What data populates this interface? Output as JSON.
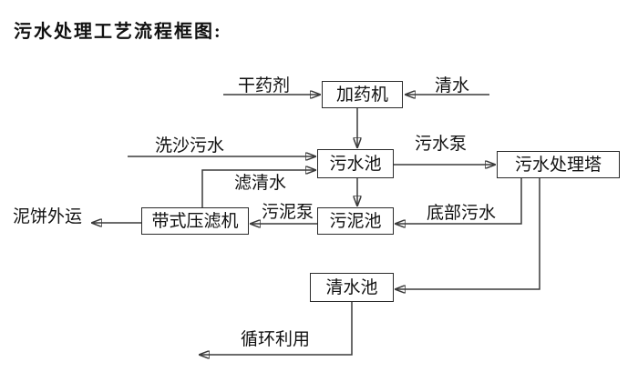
{
  "title": "污水处理工艺流程框图:",
  "diagram": {
    "type": "flowchart",
    "ink_color": "#2a2a2a",
    "background_color": "#ffffff",
    "nodes": {
      "dosing_machine": "加药机",
      "sewage_pool": "污水池",
      "treatment_tower": "污水处理塔",
      "belt_filter_press": "带式压滤机",
      "sludge_pool": "污泥池",
      "clean_water_pool": "清水池"
    },
    "labels": {
      "dry_agent": "干药剂",
      "clean_water": "清水",
      "sand_washing_sewage": "洗沙污水",
      "sewage_pump": "污水泵",
      "filtered_water": "滤清水",
      "mud_cake_out": "泥饼外运",
      "sludge_pump": "污泥泵",
      "bottom_sewage": "底部污水",
      "recycle_use": "循环利用"
    },
    "flows": [
      {
        "from": "干药剂",
        "to": "加药机"
      },
      {
        "from": "清水",
        "to": "加药机"
      },
      {
        "from": "加药机",
        "to": "污水池"
      },
      {
        "from": "洗沙污水",
        "to": "污水池"
      },
      {
        "from": "带式压滤机",
        "to": "污水池",
        "label": "滤清水"
      },
      {
        "from": "污水池",
        "to": "污水处理塔",
        "label": "污水泵"
      },
      {
        "from": "污水池",
        "to": "污泥池"
      },
      {
        "from": "污水处理塔",
        "to": "污泥池",
        "label": "底部污水"
      },
      {
        "from": "污泥池",
        "to": "带式压滤机",
        "label": "污泥泵"
      },
      {
        "from": "带式压滤机",
        "to": "泥饼外运"
      },
      {
        "from": "污水处理塔",
        "to": "清水池"
      },
      {
        "from": "清水池",
        "to": "循环利用"
      }
    ]
  }
}
